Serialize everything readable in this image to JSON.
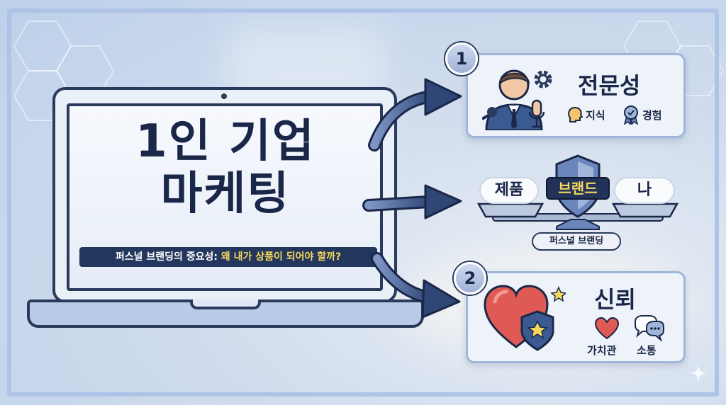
{
  "laptop": {
    "title_line1": "1인 기업",
    "title_line2": "마케팅",
    "subtitle_a": "퍼스널 브랜딩의 중요성: ",
    "subtitle_b": "왜 내가 상품이 되어야 할까?"
  },
  "card1": {
    "badge": "1",
    "title": "전문성",
    "items": [
      "지식",
      "경험"
    ]
  },
  "scale": {
    "left": "제품",
    "center": "브랜드",
    "right": "나",
    "base_label": "퍼스널 브랜딩"
  },
  "card2": {
    "badge": "2",
    "title": "신뢰",
    "items": [
      "가치관",
      "소통"
    ]
  },
  "colors": {
    "navy": "#1a2748",
    "accent_yellow": "#f6d95c",
    "heart_red": "#e05a55",
    "card_border": "#9fb6da"
  }
}
